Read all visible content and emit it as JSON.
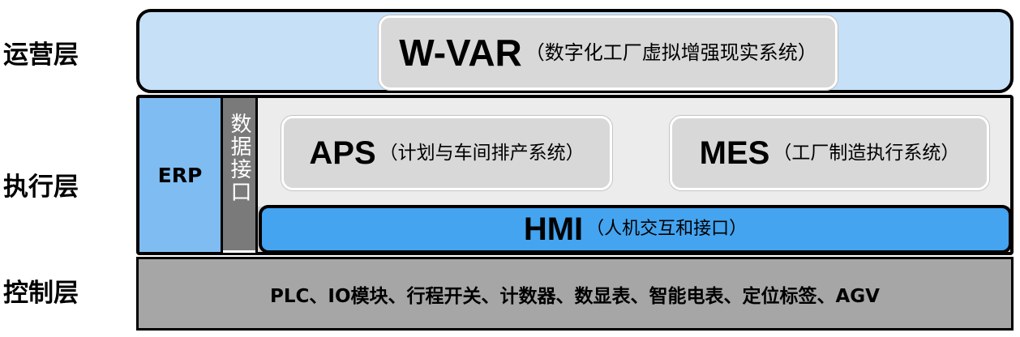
{
  "layers": {
    "operations": "运营层",
    "execution": "执行层",
    "control": "控制层"
  },
  "wvar": {
    "name": "W-VAR",
    "desc": "（数字化工厂虚拟增强现实系统）"
  },
  "erp": {
    "name": "ERP"
  },
  "data_interface": {
    "label": "数据接口"
  },
  "aps": {
    "name": "APS",
    "desc": "（计划与车间排产系统）"
  },
  "mes": {
    "name": "MES",
    "desc": "（工厂制造执行系统）"
  },
  "hmi": {
    "name": "HMI",
    "desc": "（人机交互和接口）"
  },
  "control": {
    "devices": "PLC、IO模块、行程开关、计数器、数显表、智能电表、定位标签、AGV"
  },
  "colors": {
    "operations_band": "#c6e0f8",
    "execution_band": "#d4d4d4",
    "erp": "#7fbcf2",
    "data_interface": "#7a7a7a",
    "hmi": "#44a4f0",
    "control_band": "#a6a6a6",
    "system_box": "#d8d8d8"
  }
}
